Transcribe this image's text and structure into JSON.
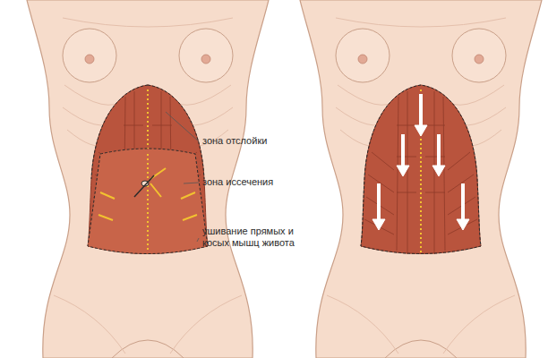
{
  "diagram": {
    "labels": [
      "зона отслойки",
      "зона иссечения",
      "ушивание прямых и косых мышц живота"
    ]
  }
}
